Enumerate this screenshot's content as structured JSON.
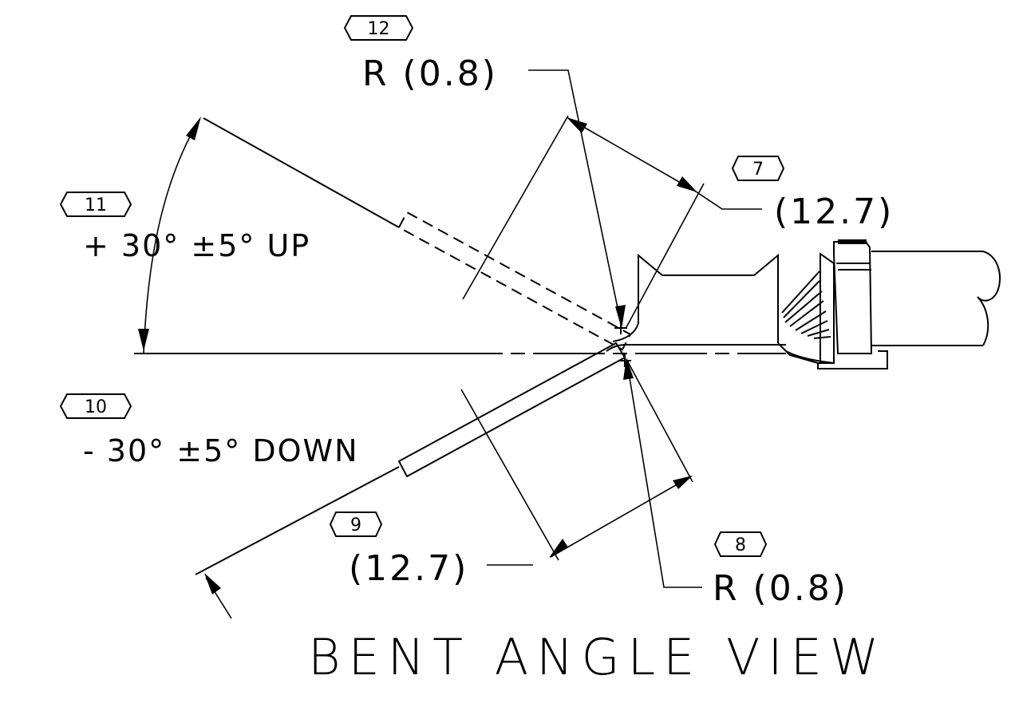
{
  "title": "BENT ANGLE VIEW",
  "callouts": [
    {
      "id": "12",
      "text": "R (0.8)"
    },
    {
      "id": "7",
      "text": "(12.7)"
    },
    {
      "id": "11",
      "text": "+ 30°  ±5°  UP"
    },
    {
      "id": "10",
      "text": "- 30°  ±5°  DOWN"
    },
    {
      "id": "9",
      "text": "(12.7)"
    },
    {
      "id": "8",
      "text": "R (0.8)"
    }
  ]
}
